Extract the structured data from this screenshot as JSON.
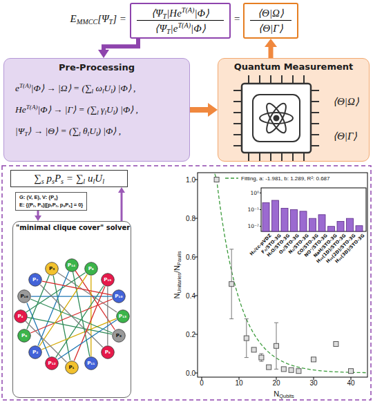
{
  "diagram": {
    "nodes": [
      {
        "text": [
          "⟨ΨT|HeT(A)|Φ⟩",
          "⟨ΨT|eT(A)|Φ⟩"
        ]
      },
      {
        "text": [
          "⟨Θ|Ω⟩",
          "⟨Θ|Γ⟩"
        ]
      },
      {
        "text": [
          "Pre-Processing",
          "eT(A)|Φ⟩ → |Ω⟩ = (∑l ωlUl) |Φ⟩ ,",
          "HeT(A)|Φ⟩ → |Γ⟩ = (∑l γlUl) |Φ⟩ ,",
          "|ΨT⟩ → |Θ⟩ = (∑l θlUl) |Φ⟩ ,"
        ]
      },
      {
        "text": [
          "Quantum Measurement",
          "⟨Θ|Ω⟩",
          "⟨Θ|Γ⟩"
        ]
      },
      {
        "text": [
          "∑s psPs = ∑l ulUl"
        ]
      },
      {
        "text": [
          "G: (V, E), V: {Ps}",
          "E: {(Pr, Ps)|[prPr, psPs] = 0}"
        ]
      },
      {
        "text": [
          "\"minimal clique cover\" solver"
        ]
      },
      {
        "text": [
          "P₃"
        ],
        "in": 6
      },
      {
        "text": [
          "P₁₄"
        ],
        "in": 6
      },
      {
        "text": [
          "P₆"
        ],
        "in": 6
      },
      {
        "text": [
          "P₁₅"
        ],
        "in": 6
      },
      {
        "text": [
          "P₁₀"
        ],
        "in": 6
      },
      {
        "text": [
          "P₁₃"
        ],
        "in": 6
      },
      {
        "text": [
          "P₈"
        ],
        "in": 6
      },
      {
        "text": [
          "P₅"
        ],
        "in": 6
      },
      {
        "text": [
          "P₁₁"
        ],
        "in": 6
      },
      {
        "text": [
          "P₁"
        ],
        "in": 6
      },
      {
        "text": [
          "P₁₂"
        ],
        "in": 6
      },
      {
        "text": [
          "P₂"
        ],
        "in": 6
      },
      {
        "text": [
          "P₉"
        ],
        "in": 6
      },
      {
        "text": [
          "P₄"
        ],
        "in": 6
      },
      {
        "text": [
          "P₁₆"
        ],
        "in": 6
      },
      {
        "text": [
          "P₇"
        ],
        "in": 6
      }
    ],
    "edges": [
      {
        "from": 0,
        "to": 2,
        "arrow": "to"
      },
      {
        "from": 2,
        "to": 3,
        "arrow": "to"
      },
      {
        "from": 3,
        "to": 1,
        "arrow": "to"
      },
      {
        "from": 5,
        "to": 6,
        "arrow": "to"
      },
      {
        "from": 6,
        "to": 4,
        "arrow": "to"
      },
      {
        "from": 7,
        "to": 12,
        "arrow": "none"
      },
      {
        "from": 7,
        "to": 16,
        "arrow": "none"
      },
      {
        "from": 8,
        "to": 13,
        "arrow": "none"
      },
      {
        "from": 8,
        "to": 18,
        "arrow": "none"
      },
      {
        "from": 9,
        "to": 15,
        "arrow": "none"
      },
      {
        "from": 9,
        "to": 20,
        "arrow": "none"
      },
      {
        "from": 10,
        "to": 14,
        "arrow": "none"
      },
      {
        "from": 10,
        "to": 17,
        "arrow": "none"
      },
      {
        "from": 11,
        "to": 19,
        "arrow": "none"
      },
      {
        "from": 11,
        "to": 21,
        "arrow": "none"
      },
      {
        "from": 12,
        "to": 18,
        "arrow": "none"
      },
      {
        "from": 13,
        "to": 20,
        "arrow": "none"
      },
      {
        "from": 14,
        "to": 22,
        "arrow": "none"
      },
      {
        "from": 15,
        "to": 8,
        "arrow": "none"
      },
      {
        "from": 16,
        "to": 10,
        "arrow": "none"
      },
      {
        "from": 17,
        "to": 21,
        "arrow": "none"
      },
      {
        "from": 18,
        "to": 9,
        "arrow": "none"
      },
      {
        "from": 19,
        "to": 7,
        "arrow": "none"
      },
      {
        "from": 20,
        "to": 16,
        "arrow": "none"
      },
      {
        "from": 21,
        "to": 13,
        "arrow": "none"
      },
      {
        "from": 22,
        "to": 11,
        "arrow": "none"
      },
      {
        "from": 12,
        "to": 17,
        "arrow": "none"
      }
    ],
    "labels": [
      "EMMCC[ΨT] =",
      "=",
      "0.0",
      "0.2",
      "0.4",
      "0.6",
      "0.8",
      "1.0",
      "0",
      "10",
      "20",
      "30",
      "40",
      "NUnitaries/NPaulis",
      "NQubits",
      "10⁰",
      "10⁻¹",
      "10⁻²",
      "H₂/cc-pVDZ",
      "F₂/STO-3G",
      "H₂O/STO-3G",
      "O₂/STO-3G",
      "N₂/STO-3G",
      "CO/STO-3G",
      "NO⁺/STO-3G",
      "NaH/STO-3G",
      "H₁₀(1D)/STO-3G",
      "H₁₀(2D)/STO-3G",
      "H₁₀(3D)/STO-3G"
    ],
    "legend": [
      {
        "text": "Fitting, a: -1.981, b: 1.289, R²: 0.687"
      }
    ]
  }
}
